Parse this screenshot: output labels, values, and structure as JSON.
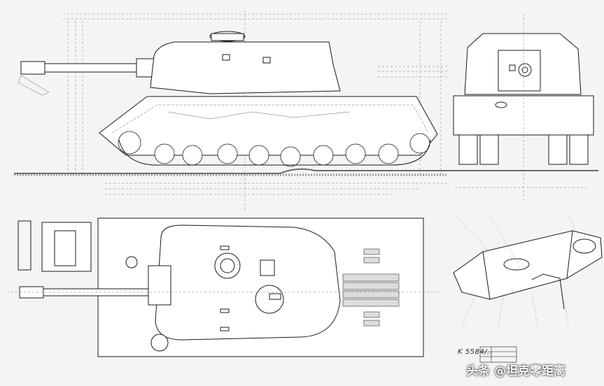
{
  "drawing": {
    "id_label": "K 5584/..",
    "dimension_labels": [
      "...",
      "...",
      "..."
    ]
  },
  "watermark": {
    "platform": "头条",
    "handle": "@坦克零距离"
  },
  "colors": {
    "paper": "#f4f4f2",
    "ink": "#1a1a1a",
    "hidden_line": "#555555",
    "ground": "#6a6a6a"
  }
}
